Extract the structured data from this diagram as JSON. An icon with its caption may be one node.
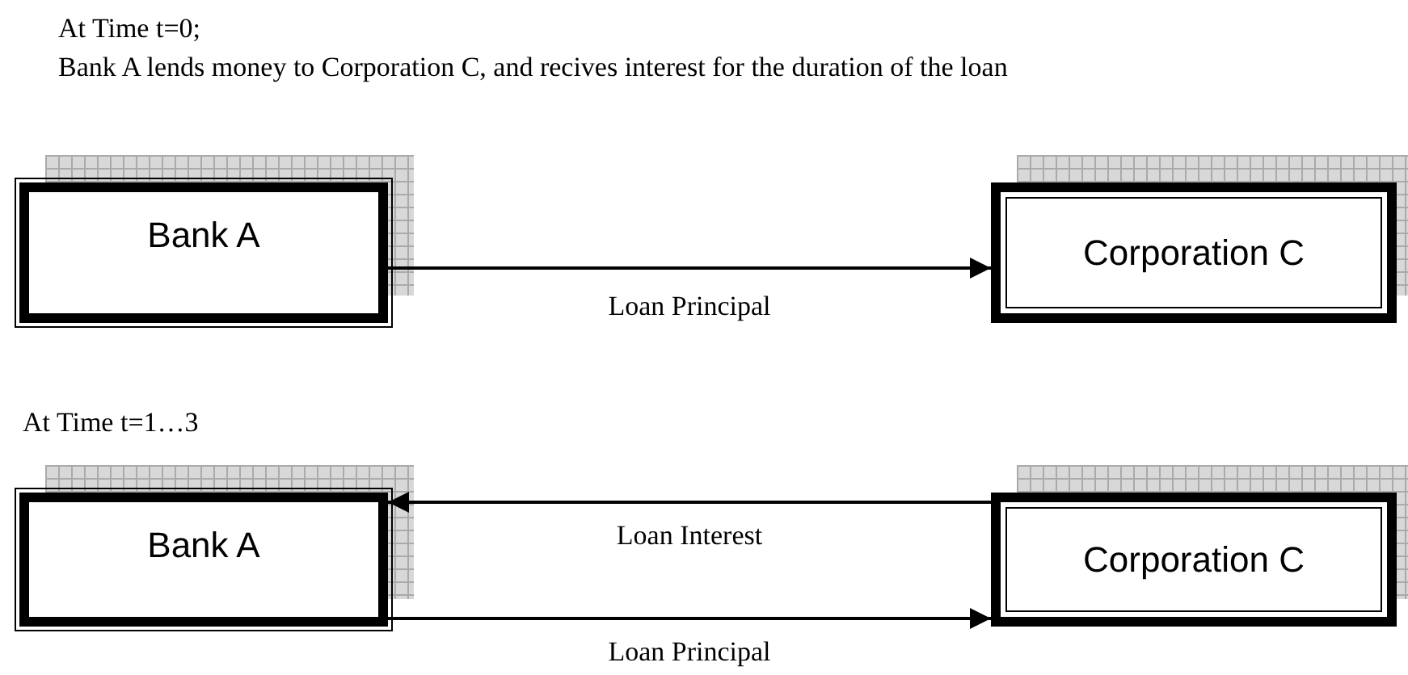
{
  "diagram": {
    "nodes": [
      {
        "text": [
          "Bank A"
        ]
      },
      {
        "text": [
          "Corporation C"
        ]
      },
      {
        "text": [
          "Bank A"
        ]
      },
      {
        "text": [
          "Corporation C"
        ]
      }
    ],
    "edges": [
      {
        "from": 0,
        "to": 1,
        "arrow": "to",
        "label": "Loan Principal"
      },
      {
        "from": 3,
        "to": 2,
        "arrow": "to",
        "label": "Loan Interest"
      },
      {
        "from": 2,
        "to": 3,
        "arrow": "to",
        "label": "Loan Principal"
      }
    ],
    "labels": [
      "At Time t=0;",
      "Bank A lends money to Corporation C, and recives interest for the duration of the loan",
      "At Time t=1…3"
    ]
  }
}
